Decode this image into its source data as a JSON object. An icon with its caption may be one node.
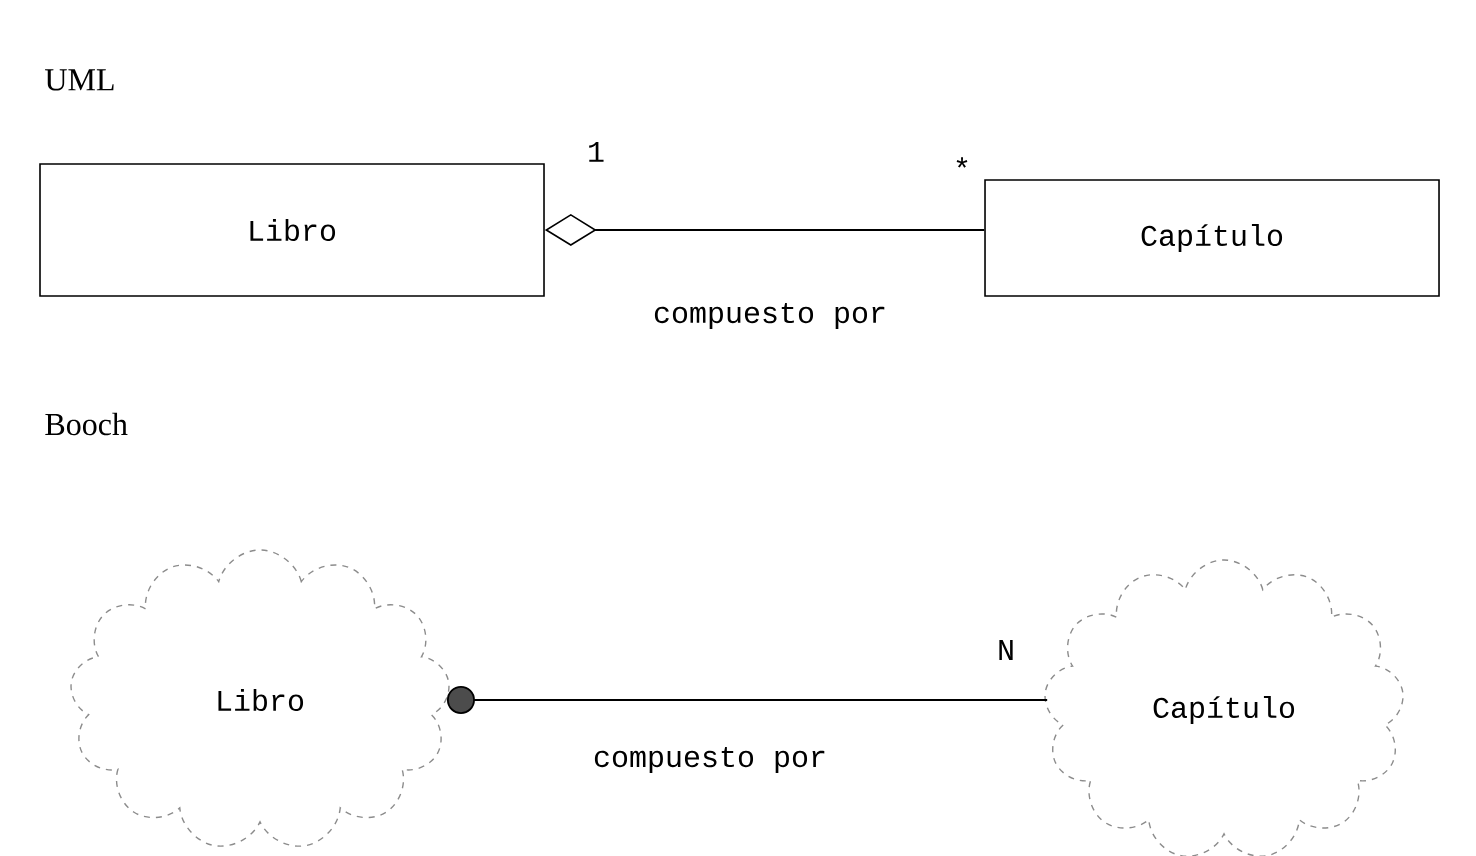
{
  "diagram": {
    "nodes": [
      {
        "text": [
          "Libro"
        ]
      },
      {
        "text": [
          "Capítulo"
        ]
      },
      {
        "text": [
          "Libro"
        ]
      },
      {
        "text": [
          "Capítulo"
        ]
      }
    ],
    "edges": [
      {
        "from": 0,
        "to": 1,
        "arrow": "other",
        "label": "compuesto por"
      },
      {
        "from": 2,
        "to": 3,
        "arrow": "other",
        "label": "compuesto por"
      }
    ],
    "labels": [
      "UML",
      "1",
      "*",
      "Booch",
      "N"
    ]
  }
}
